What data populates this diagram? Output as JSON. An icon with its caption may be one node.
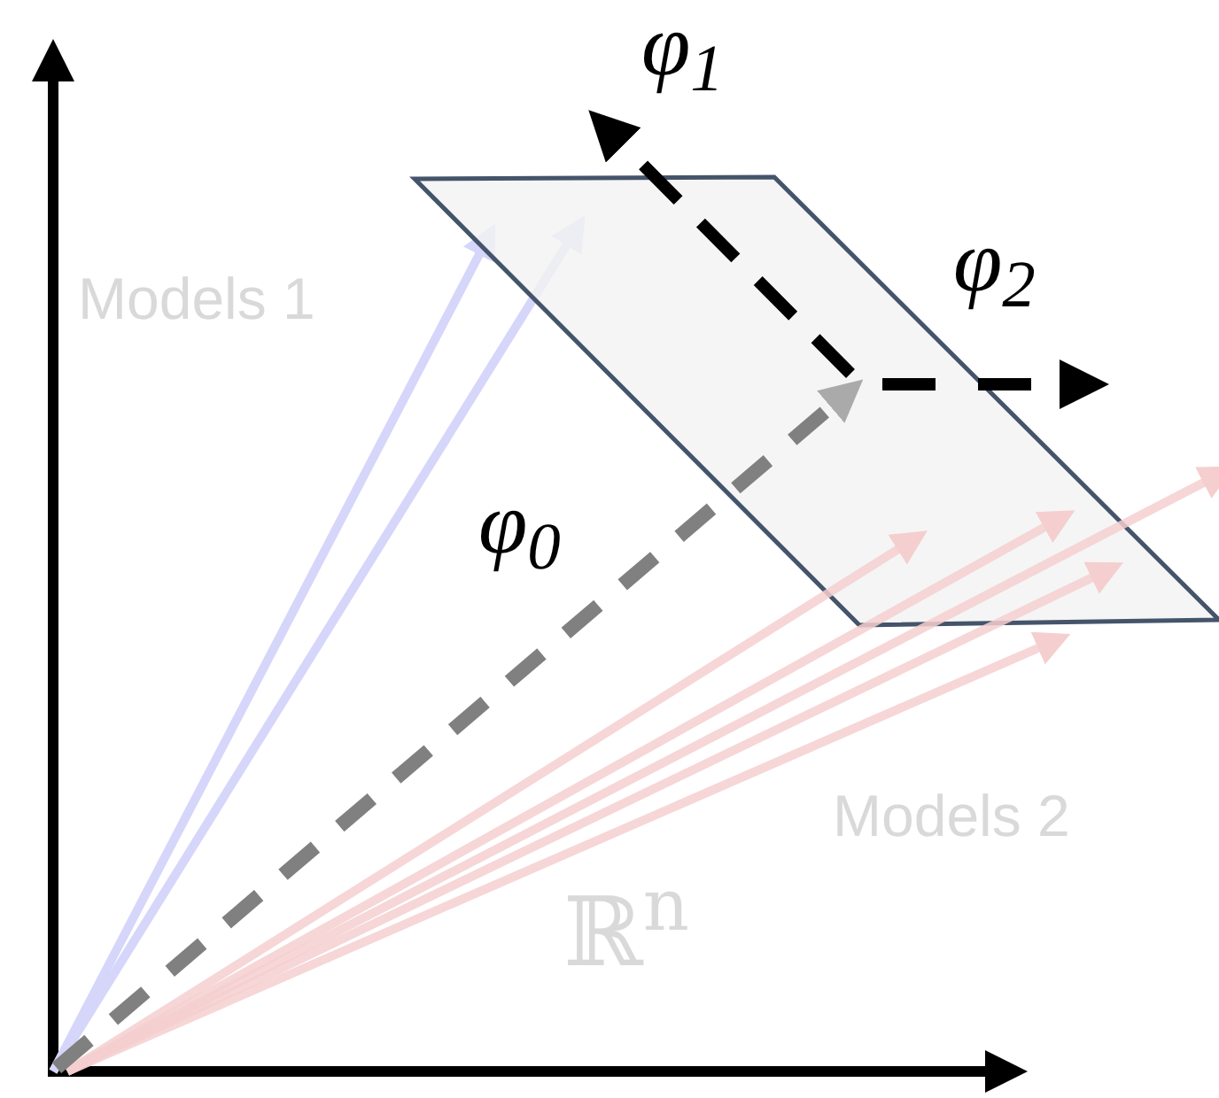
{
  "diagram": {
    "labels": [
      "φ$_{1}$",
      "Models 1",
      "φ$_{2}$",
      "φ$_{0}$",
      "Models 2",
      "ℝ$^{n}$"
    ]
  }
}
